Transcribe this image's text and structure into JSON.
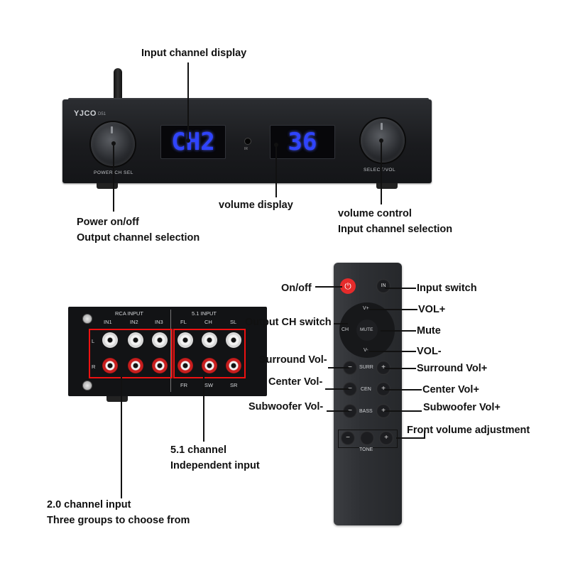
{
  "device": {
    "brand": "YJCO",
    "model": "D51",
    "input_display": "CH2",
    "volume_display": "36",
    "left_knob_label": "POWER/CH SEL",
    "right_knob_label": "SELECT/VOL",
    "ir_label": "IR"
  },
  "front_callouts": {
    "input_channel_display": "Input channel display",
    "volume_display": "volume display",
    "power_line1": "Power on/off",
    "power_line2": "Output channel selection",
    "volume_control_line1": "volume control",
    "volume_control_line2": "Input channel selection"
  },
  "rear_panel": {
    "rca_input_label": "RCA INPUT",
    "input_51_label": "5.1 INPUT",
    "in_labels": [
      "IN1",
      "IN2",
      "IN3"
    ],
    "top_51_labels": [
      "FL",
      "CH",
      "SL"
    ],
    "bottom_51_labels": [
      "FR",
      "SW",
      "SR"
    ],
    "row_l": "L",
    "row_r": "R"
  },
  "rear_callouts": {
    "ch51_line1": "5.1 channel",
    "ch51_line2": "Independent input",
    "ch20_line1": "2.0 channel input",
    "ch20_line2": "Three groups to choose from"
  },
  "remote": {
    "in_button": "IN",
    "vol_plus": "V+",
    "vol_minus": "V-",
    "mute": "MUTE",
    "ch": "CH",
    "surr": "SURR",
    "cen": "CEN",
    "bass": "BASS",
    "tone": "TONE",
    "minus": "−",
    "plus": "+"
  },
  "remote_callouts": {
    "on_off": "On/off",
    "input_switch": "Input switch",
    "vol_plus": "VOL+",
    "output_ch_switch": "Output CH switch",
    "mute": "Mute",
    "vol_minus": "VOL-",
    "surround_minus": "Surround Vol-",
    "surround_plus": "Surround Vol+",
    "center_minus": "Center Vol-",
    "center_plus": "Center Vol+",
    "sub_minus": "Subwoofer Vol-",
    "sub_plus": "Subwoofer Vol+",
    "front_volume": "Front volume adjustment"
  },
  "colors": {
    "display_blue": "#2f44ff",
    "highlight_red": "#e11111",
    "power_red": "#e52b2b"
  }
}
